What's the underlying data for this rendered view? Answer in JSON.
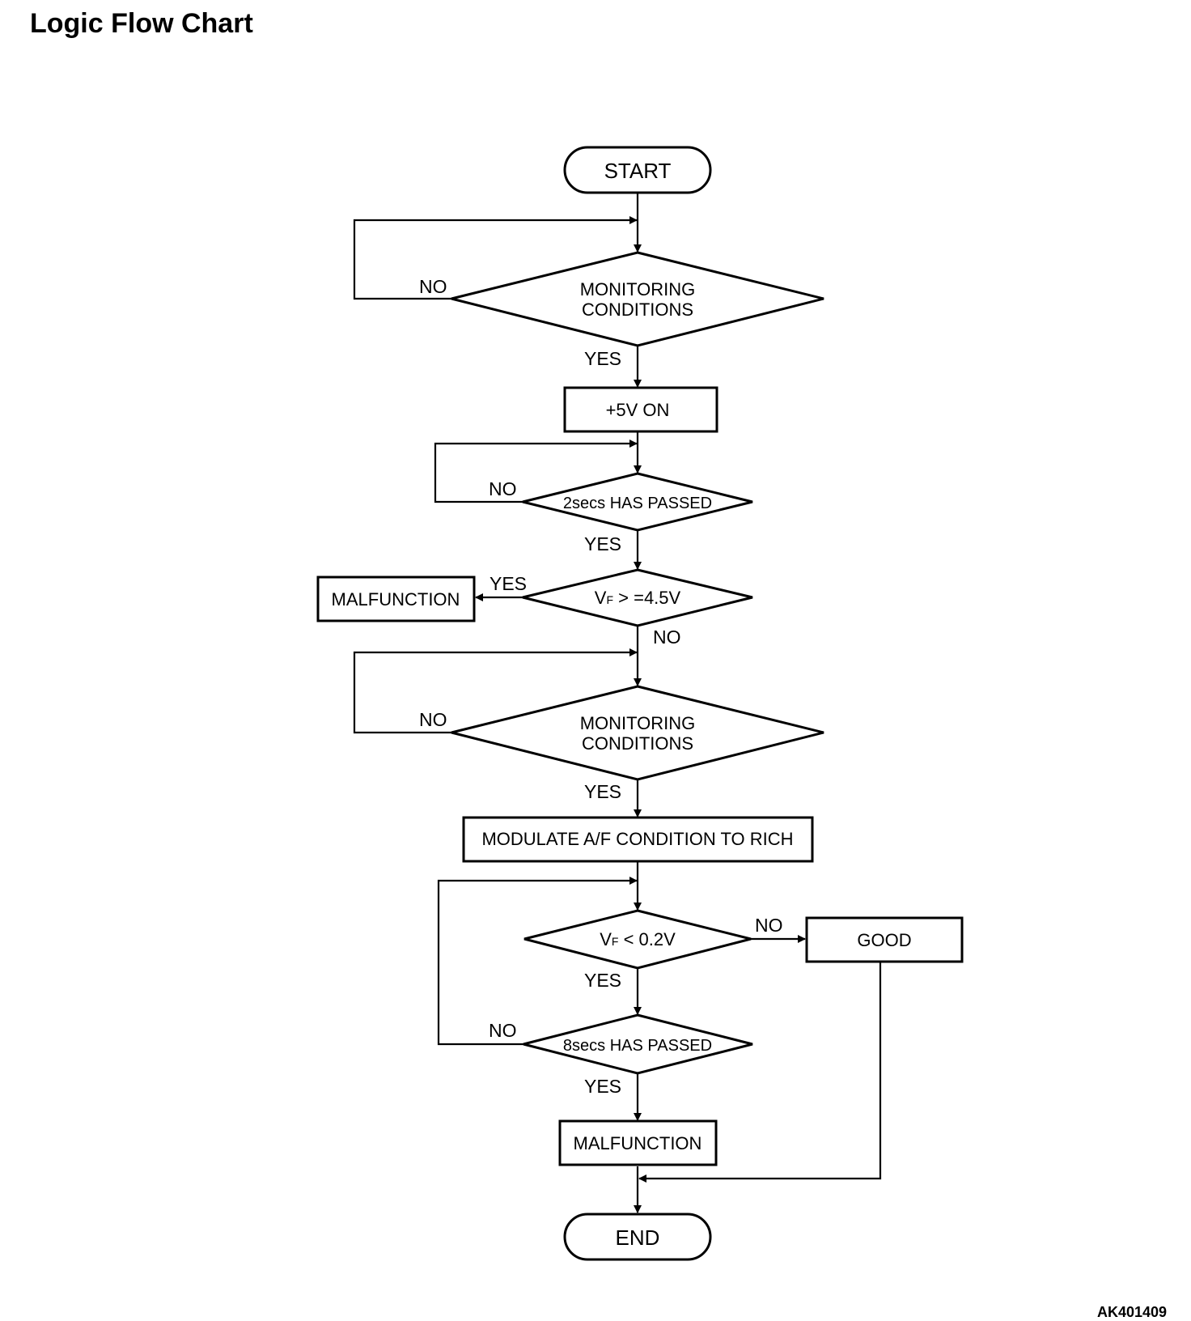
{
  "title": "Logic Flow Chart",
  "figure_code": "AK401409",
  "nodes": {
    "start": "START",
    "monitoring1_line1": "MONITORING",
    "monitoring1_line2": "CONDITIONS",
    "plus5v": "+5V ON",
    "secs2": "2secs HAS PASSED",
    "vf_high_main": "V",
    "vf_high_sub": "F",
    "vf_high_rest": " > =4.5V",
    "malfunction1": "MALFUNCTION",
    "monitoring2_line1": "MONITORING",
    "monitoring2_line2": "CONDITIONS",
    "modulate": "MODULATE A/F CONDITION TO RICH",
    "vf_low_main": "V",
    "vf_low_sub": "F",
    "vf_low_rest": " < 0.2V",
    "good": "GOOD",
    "secs8": "8secs HAS PASSED",
    "malfunction2": "MALFUNCTION",
    "end": "END"
  },
  "labels": {
    "no": "NO",
    "yes": "YES"
  }
}
